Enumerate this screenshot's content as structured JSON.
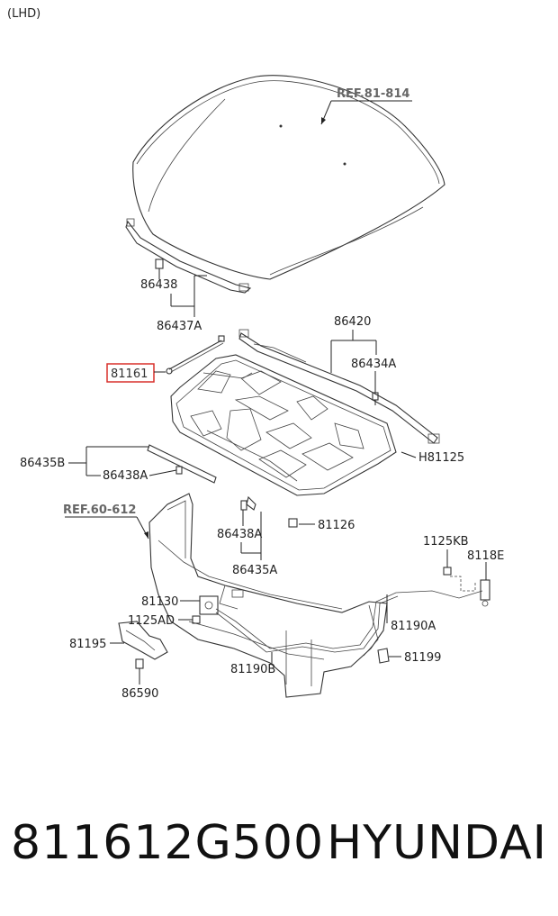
{
  "header": {
    "drive_side": "(LHD)"
  },
  "references": {
    "hood": "REF.81-814",
    "front_panel": "REF.60-612"
  },
  "labels": {
    "p86438": "86438",
    "p86437A": "86437A",
    "p86420": "86420",
    "p86434A": "86434A",
    "p81161": "81161",
    "pH81125": "H81125",
    "p86435B": "86435B",
    "p86438A_left": "86438A",
    "p81126": "81126",
    "p86438A_center": "86438A",
    "p86435A": "86435A",
    "p1125KB": "1125KB",
    "p8118E": "8118E",
    "p81130": "81130",
    "p1125AD": "1125AD",
    "p81190A": "81190A",
    "p81195": "81195",
    "p81199": "81199",
    "p81190B": "81190B",
    "p86590": "86590"
  },
  "highlight": {
    "part": "81161",
    "color": "#d9302c"
  },
  "footer": {
    "part_number": "811612G500",
    "brand": "HYUNDAI"
  }
}
